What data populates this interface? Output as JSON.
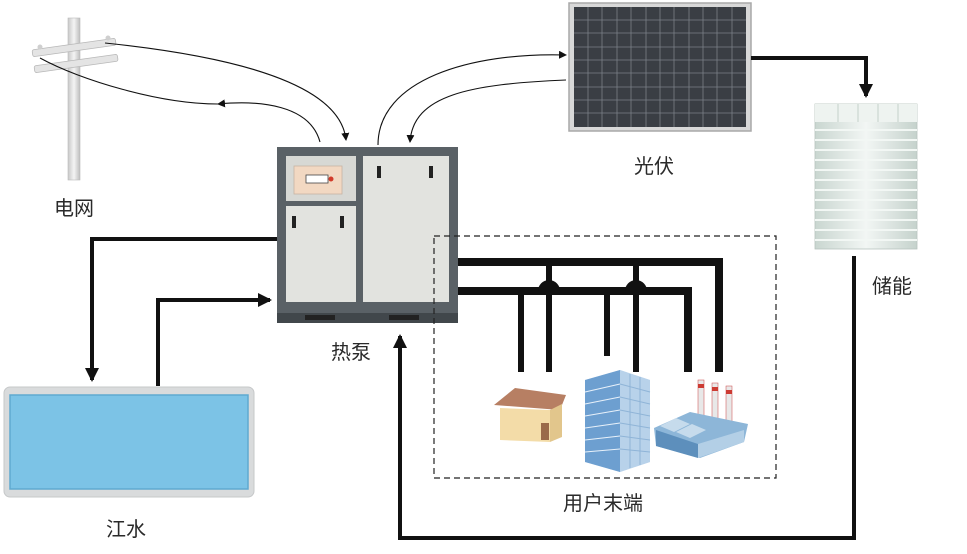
{
  "labels": {
    "grid": "电网",
    "pv": "光伏",
    "storage": "储能",
    "heat_pump": "热泵",
    "river": "江水",
    "user_end": "用户末端"
  },
  "colors": {
    "river_fill": "#7cc3e6",
    "river_frame": "#d9dbdc",
    "heat_pump_body": "#5a6166",
    "heat_pump_panel": "#e2e3df",
    "pipe": "#111111",
    "pv_cells": "#3a3e44",
    "storage_tank": "#dfe8e4"
  }
}
